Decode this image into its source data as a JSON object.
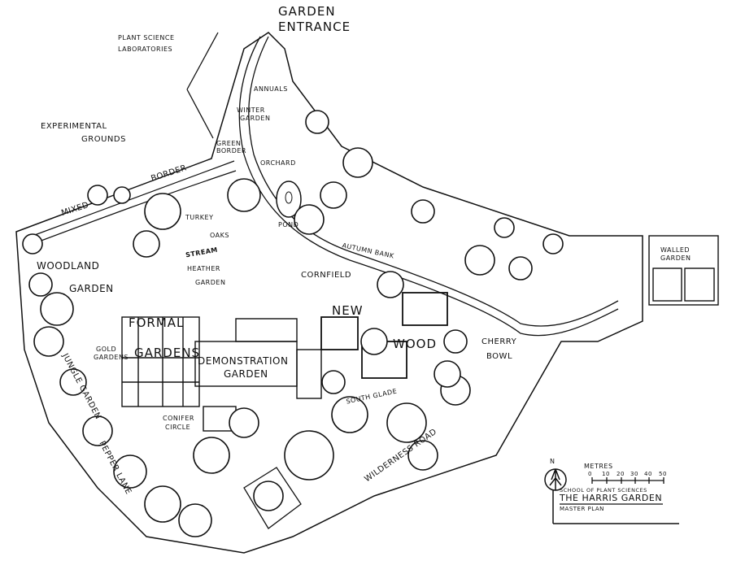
{
  "title": {
    "school": "School of Plant Sciences",
    "name": "The Harris Garden",
    "subtitle": "Master Plan"
  },
  "scale": {
    "unit_label": "Metres",
    "ticks": [
      "0",
      "10",
      "20",
      "30",
      "40",
      "50"
    ]
  },
  "north_label": "N",
  "labels": {
    "plant_science": "Plant Science Laboratories",
    "entrance_1": "Garden",
    "entrance_2": "Entrance",
    "experimental_1": "Experimental",
    "experimental_2": "Grounds",
    "annuals": "Annuals",
    "winter_1": "Winter",
    "winter_2": "Garden",
    "green_1": "Green",
    "green_2": "Border",
    "orchard": "Orchard",
    "mixed": "Mixed",
    "border": "Border",
    "pond": "Pond",
    "turkey": "Turkey",
    "oaks": "Oaks",
    "stream": "Stream",
    "heather": "Heather",
    "heather_garden": "Garden",
    "autumn_bank": "Autumn Bank",
    "cornfield": "Cornfield",
    "woodland": "Woodland",
    "woodland_garden": "Garden",
    "formal": "Formal",
    "gardens": "Gardens",
    "gold_1": "Gold",
    "gold_2": "Gardens",
    "demo_1": "Demonstration",
    "demo_2": "Garden",
    "new": "New",
    "wood": "Wood",
    "cherry": "Cherry",
    "bowl": "Bowl",
    "walled_1": "Walled",
    "walled_2": "Garden",
    "south_glade": "South Glade",
    "conifer": "Conifer",
    "circle": "Circle",
    "jungle": "Jungle Garden",
    "pepper": "Pepper Lane",
    "wilderness": "Wilderness Road"
  }
}
